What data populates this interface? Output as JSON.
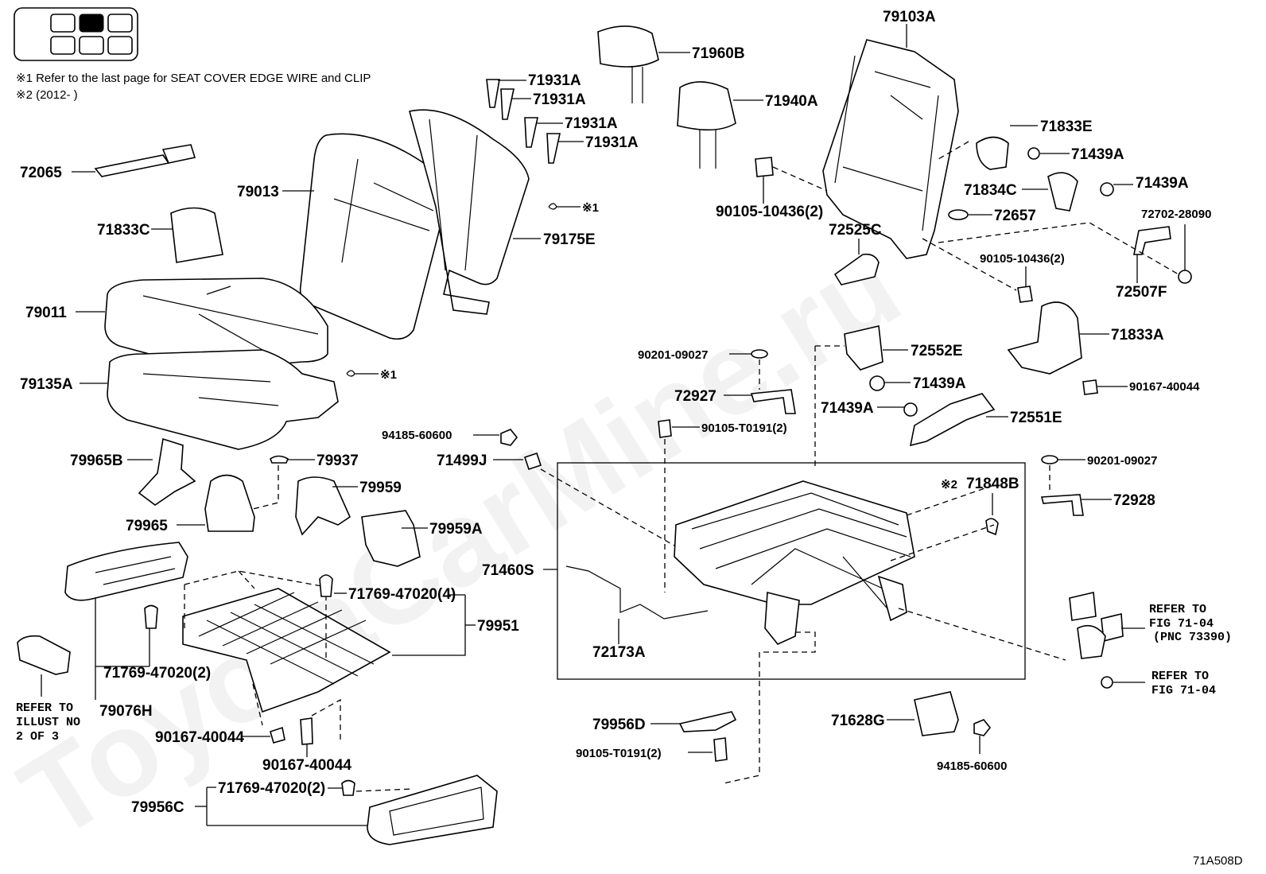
{
  "figure_code": "71A508D",
  "watermark": "ToyotaCarMine.ru",
  "notes": {
    "note1": "※1  Refer to the last page for SEAT COVER EDGE WIRE and CLIP",
    "note2": "※2 (2012-      )",
    "mark1": "※1",
    "mark2": "※2"
  },
  "refs": {
    "illust_line1": "REFER TO",
    "illust_line2": "ILLUST NO",
    "illust_line3": "2 OF 3",
    "fig_a_line1": "REFER TO",
    "fig_a_line2": "FIG 71-04",
    "fig_a_line3": "(PNC 73390)",
    "fig_b_line1": "REFER TO",
    "fig_b_line2": "FIG 71-04"
  },
  "parts": {
    "p79103A": "79103A",
    "p71960B": "71960B",
    "p71940A": "71940A",
    "p71931A_1": "71931A",
    "p71931A_2": "71931A",
    "p71931A_3": "71931A",
    "p71931A_4": "71931A",
    "p72065": "72065",
    "p79013": "79013",
    "p79175E": "79175E",
    "p71833C": "71833C",
    "p71833E": "71833E",
    "p71439A_1": "71439A",
    "p71834C": "71834C",
    "p71439A_2": "71439A",
    "p90105_10436_a": "90105-10436(2)",
    "p72657": "72657",
    "p72702_28090": "72702-28090",
    "p72525C": "72525C",
    "p90105_10436_b": "90105-10436(2)",
    "p72507F": "72507F",
    "p79011": "79011",
    "p71833A": "71833A",
    "p90201_09027_a": "90201-09027",
    "p72552E": "72552E",
    "p79135A": "79135A",
    "p71439A_3": "71439A",
    "p90167_40044_a": "90167-40044",
    "p72927": "72927",
    "p71439A_4": "71439A",
    "p72551E": "72551E",
    "p90105_T0191_a": "90105-T0191(2)",
    "p94185_60600_a": "94185-60600",
    "p71499J": "71499J",
    "p79965B": "79965B",
    "p79937": "79937",
    "p90201_09027_b": "90201-09027",
    "p71848B": "71848B",
    "p79959": "79959",
    "p72928": "72928",
    "p79965": "79965",
    "p79959A": "79959A",
    "p71460S": "71460S",
    "p71769_47020_4": "71769-47020(4)",
    "p79951": "79951",
    "p71769_47020_2a": "71769-47020(2)",
    "p72173A": "72173A",
    "p79076H": "79076H",
    "p90167_40044_b": "90167-40044",
    "p79956D": "79956D",
    "p71628G": "71628G",
    "p90167_40044_c": "90167-40044",
    "p90105_T0191_b": "90105-T0191(2)",
    "p94185_60600_b": "94185-60600",
    "p79956C": "79956C",
    "p71769_47020_2b": "71769-47020(2)"
  }
}
